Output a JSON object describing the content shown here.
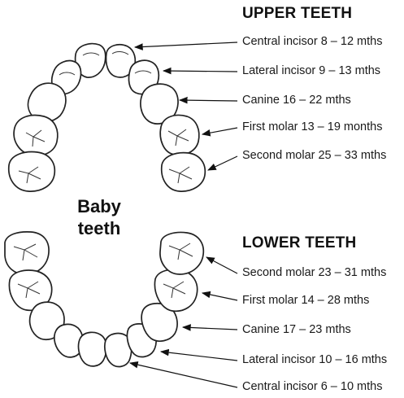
{
  "upper": {
    "heading": "UPPER TEETH",
    "labels": [
      "Central incisor 8 – 12 mths",
      "Lateral incisor 9 – 13 mths",
      "Canine 16 – 22 mths",
      "First molar 13 – 19 months",
      "Second molar 25 – 33 mths"
    ]
  },
  "center": {
    "line1": "Baby",
    "line2": "teeth"
  },
  "lower": {
    "heading": "LOWER TEETH",
    "labels": [
      "Second molar 23 – 31 mths",
      "First molar 14 – 28 mths",
      "Canine 17 – 23 mths",
      "Lateral incisor 10 – 16 mths",
      "Central incisor 6 – 10 mths"
    ]
  }
}
